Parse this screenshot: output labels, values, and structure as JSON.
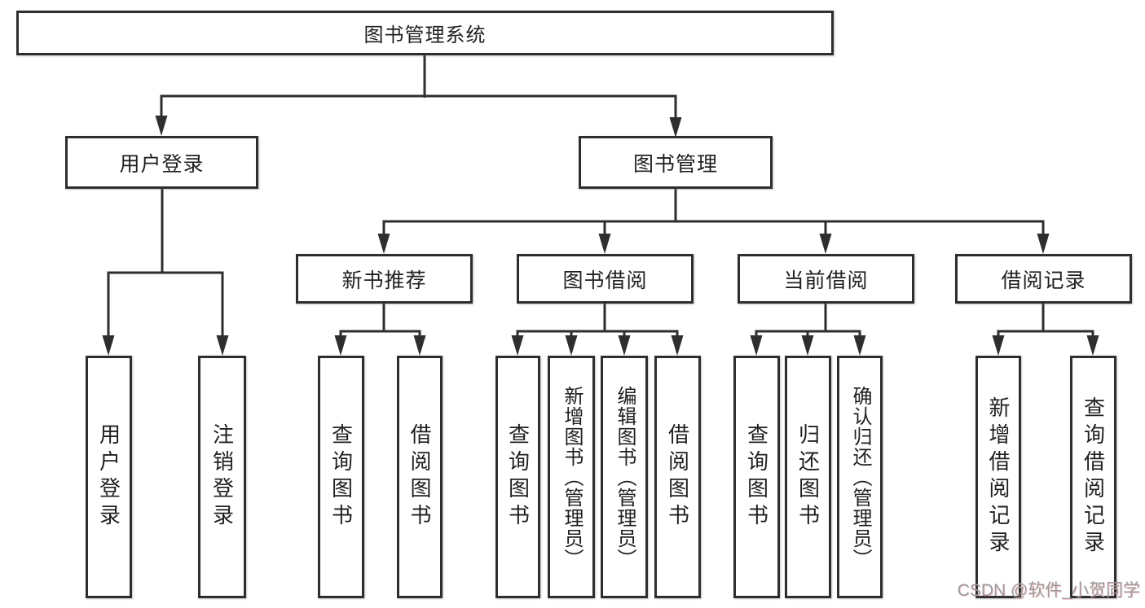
{
  "diagram": {
    "root": "图书管理系统",
    "level2": {
      "user_login": "用户登录",
      "book_mgmt": "图书管理"
    },
    "level3": {
      "new_book": "新书推荐",
      "book_borrow": "图书借阅",
      "current_borrow": "当前借阅",
      "borrow_records": "借阅记录"
    },
    "leaves": {
      "user_login": "用户登录",
      "logout": "注销登录",
      "query_books_1": "查询图书",
      "borrow_books_1": "借阅图书",
      "query_books_2": "查询图书",
      "add_book_admin": "新增图书（管理员）",
      "edit_book_admin": "编辑图书（管理员）",
      "borrow_books_2": "借阅图书",
      "query_books_3": "查询图书",
      "return_book": "归还图书",
      "confirm_return_admin": "确认归还（管理员）",
      "add_borrow_record": "新增借阅记录",
      "query_borrow_record": "查询借阅记录"
    },
    "colors": {
      "line": "#2e2e2e",
      "box_border": "#2e2e2e",
      "text": "#1f1f1f",
      "watermark": "#9b9b9f"
    },
    "watermark": "CSDN @软件_小贺同学"
  }
}
